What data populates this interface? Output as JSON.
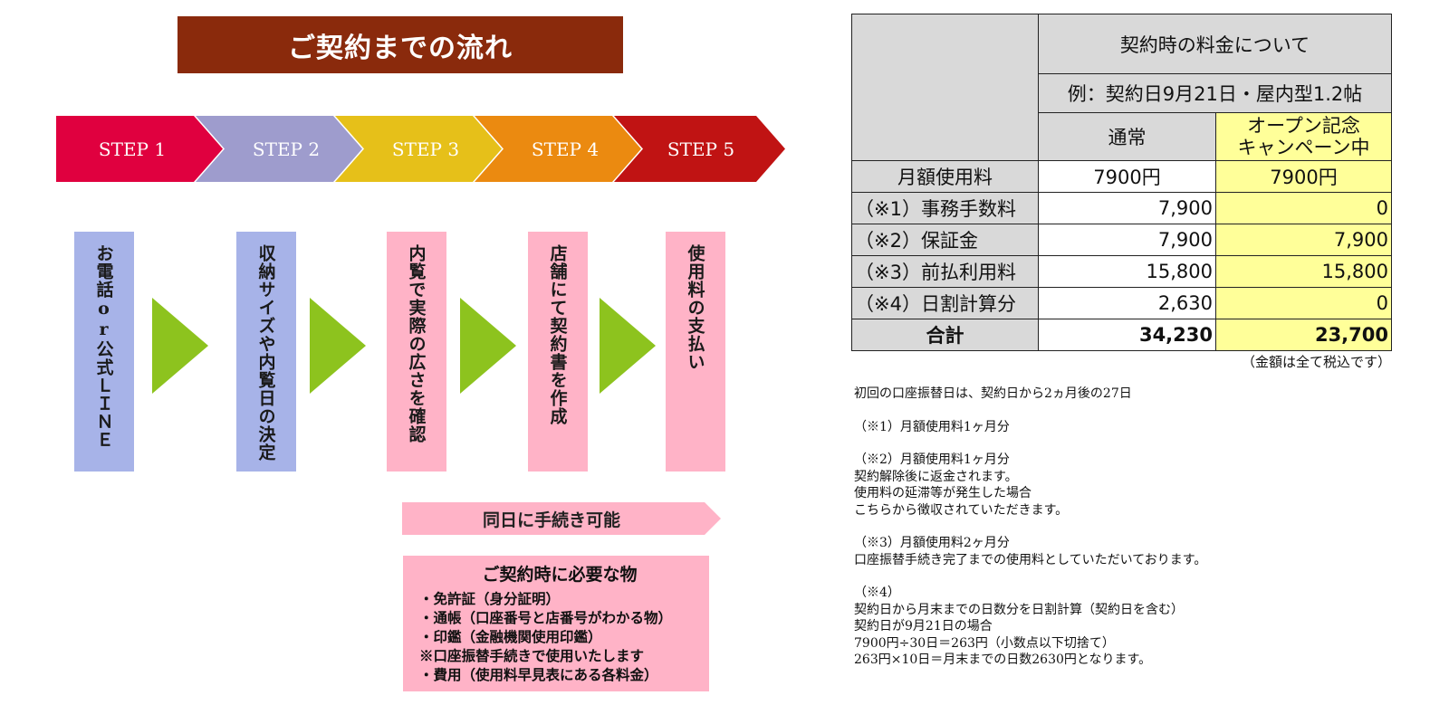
{
  "title": "ご契約までの流れ",
  "steps": [
    {
      "label": "STEP 1",
      "color": "#e0003f"
    },
    {
      "label": "STEP 2",
      "color": "#9e9ccd"
    },
    {
      "label": "STEP 3",
      "color": "#e6c019"
    },
    {
      "label": "STEP 4",
      "color": "#eb8a10"
    },
    {
      "label": "STEP 5",
      "color": "#c01313"
    }
  ],
  "flow_boxes": [
    "お電話or公式ＬＩＮＥ",
    "収納サイズや内覧日の決定",
    "内覧で実際の広さを確認",
    "店舗にて契約書を作成",
    "使用料の支払い"
  ],
  "arrow_color": "#8dc31e",
  "same_day": "同日に手続き可能",
  "required": {
    "title": "ご契約時に必要な物",
    "items": [
      "・免許証（身分証明）",
      "・通帳（口座番号と店番号がわかる物）",
      "・印鑑（金融機関使用印鑑）",
      "※口座振替手続きで使用いたします",
      "・費用（使用料早見表にある各料金）"
    ]
  },
  "fee_table": {
    "header": "契約時の料金について",
    "example": "例：契約日9月21日・屋内型1.2帖",
    "col_normal": "通常",
    "col_campaign_line1": "オープン記念",
    "col_campaign_line2": "キャンペーン中",
    "rows": [
      {
        "label": "月額使用料",
        "normal": "7900円",
        "campaign": "7900円"
      },
      {
        "label": "（※1）事務手数料",
        "normal": "7,900",
        "campaign": "0"
      },
      {
        "label": "（※2）保証金",
        "normal": "7,900",
        "campaign": "7,900"
      },
      {
        "label": "（※3）前払利用料",
        "normal": "15,800",
        "campaign": "15,800"
      },
      {
        "label": "（※4）日割計算分",
        "normal": "2,630",
        "campaign": "0"
      }
    ],
    "total": {
      "label": "合計",
      "normal": "34,230",
      "campaign": "23,700"
    },
    "tax_note": "（金額は全て税込です）"
  },
  "notes": [
    [
      "初回の口座振替日は、契約日から2ヵ月後の27日"
    ],
    [
      "（※1）月額使用料1ヶ月分"
    ],
    [
      "（※2）月額使用料1ヶ月分",
      "契約解除後に返金されます。",
      "使用料の延滞等が発生した場合",
      "こちらから徴収されていただきます。"
    ],
    [
      "（※3）月額使用料2ヶ月分",
      "口座振替手続き完了までの使用料としていただいております。"
    ],
    [
      "（※4）",
      "契約日から月末までの日数分を日割計算（契約日を含む）",
      "契約日が9月21日の場合",
      "7900円÷30日＝263円（小数点以下切捨て）",
      "263円×10日＝月末までの日数2630円となります。"
    ]
  ]
}
